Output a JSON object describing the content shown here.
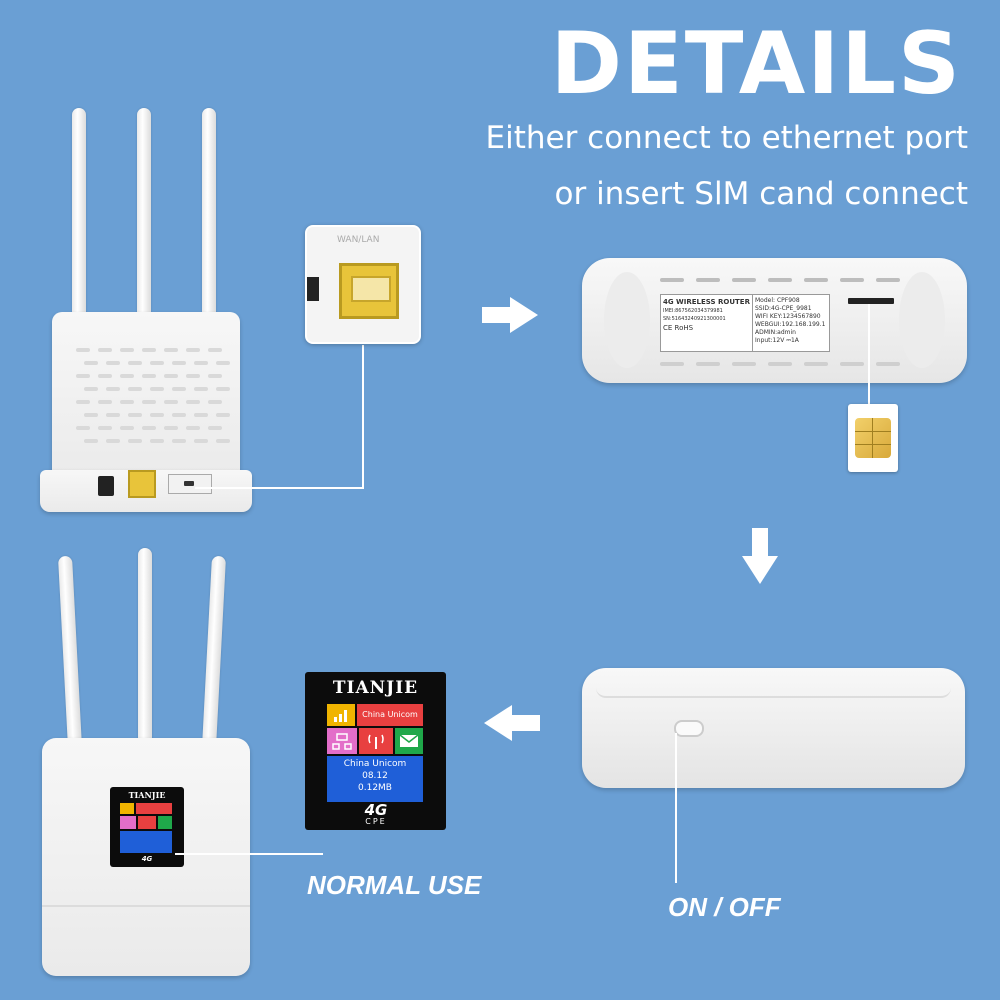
{
  "header": {
    "title": "DETAILS",
    "line1": "Either connect to ethernet port",
    "line2": "or insert SlM cand connect"
  },
  "labels": {
    "normal_use": "NORMAL USE",
    "on_off": "ON / OFF"
  },
  "screen": {
    "brand": "TIANJIE",
    "operator_tile": "China Unicom",
    "operator_name": "China Unicom",
    "date": "08.12",
    "usage": "0.12MB",
    "logo_top": "4G",
    "logo_bottom": "CPE"
  },
  "sticker": {
    "heading": "4G WIRELESS ROUTER",
    "model": "Model: CPF908",
    "ssid": "SSID:4G-CPE_9981",
    "wifi_key": "WIFI KEY:1234567890",
    "webgui": "WEBGUI:192.168.199.1",
    "admin": "ADMIN:admin",
    "input": "Input:12V ⎓1A",
    "imei": "IMEI:867562034379981",
    "sn": "SN:51643240921300001",
    "rohs": "RoHS",
    "ce": "CE"
  },
  "port_zoom_label": "WAN/LAN",
  "colors": {
    "background": "#6a9fd4",
    "port_yellow": "#e8c43a",
    "tile_yellow": "#f0b400",
    "tile_red": "#e84040",
    "tile_pink": "#e36ec9",
    "tile_green": "#1fa84a",
    "tile_blue": "#1f5fd8"
  }
}
